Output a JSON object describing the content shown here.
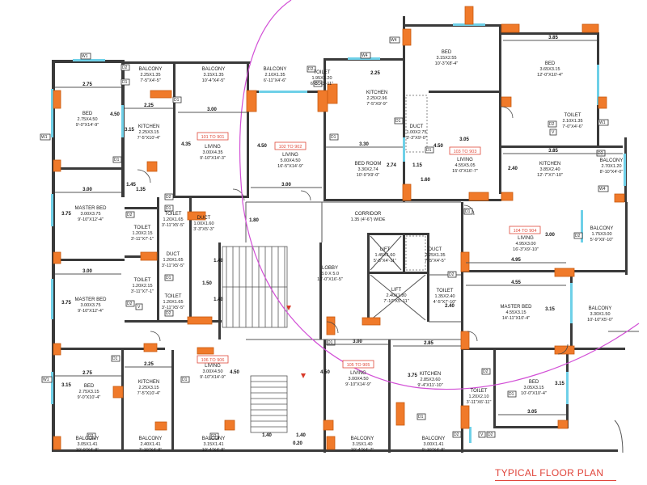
{
  "title": "TYPICAL FLOOR PLAN",
  "colors": {
    "column": "#f07a2a",
    "window": "#6ed0e8",
    "arc": "#d24fd6",
    "accent": "#e0443a"
  },
  "rooms": [
    {
      "id": "bal-1",
      "name": "BALCONY",
      "dims": "2.25X1.35",
      "imp": "7'-5\"X4'-5\""
    },
    {
      "id": "bal-2",
      "name": "BALCONY",
      "dims": "3.15X1.35",
      "imp": "10'-4\"X4'-5\""
    },
    {
      "id": "bal-3",
      "name": "BALCONY",
      "dims": "2.10X1.35",
      "imp": "6'-11\"X4'-6\""
    },
    {
      "id": "toilet-1",
      "name": "TOILET",
      "dims": "1.95X1.20",
      "imp": "6'-5\"X3'-11\""
    },
    {
      "id": "bed-1",
      "name": "BED",
      "dims": "2.75X4.50",
      "imp": "9'-0\"X14'-9\""
    },
    {
      "id": "kitchen-1",
      "name": "KITCHEN",
      "dims": "2.25X3.15",
      "imp": "7'-5\"X10'-4\""
    },
    {
      "id": "living-1",
      "name": "LIVING",
      "dims": "3.00X4.35",
      "imp": "9'-10\"X14'-3\""
    },
    {
      "id": "living-2",
      "name": "LIVING",
      "dims": "5.00X4.50",
      "imp": "16'-5\"X14'-9\""
    },
    {
      "id": "kitchen-2",
      "name": "KITCHEN",
      "dims": "2.25X2.96",
      "imp": "7'-5\"X9'-9\""
    },
    {
      "id": "duct-1",
      "name": "DUCT",
      "dims": "1.00X2.75",
      "imp": "3'-3\"X9'-0\""
    },
    {
      "id": "bed-2",
      "name": "BED",
      "dims": "3.15X2.55",
      "imp": "10'-3\"X8'-4\""
    },
    {
      "id": "bed-3",
      "name": "BED",
      "dims": "3.65X3.15",
      "imp": "12'-0\"X10'-4\""
    },
    {
      "id": "toilet-2",
      "name": "TOILET",
      "dims": "2.10X1.35",
      "imp": "7'-0\"X4'-6\""
    },
    {
      "id": "bedroom-1",
      "name": "BED ROOM",
      "dims": "3.30X2.74",
      "imp": "10'-9\"X9'-0\""
    },
    {
      "id": "living-3",
      "name": "LIVING",
      "dims": "4.55X5.05",
      "imp": "15'-0\"X16'-7\""
    },
    {
      "id": "kitchen-3",
      "name": "KITCHEN",
      "dims": "3.85X2.40",
      "imp": "12'-7\"X7'-10\""
    },
    {
      "id": "bal-4",
      "name": "BALCONY",
      "dims": "2.70X1.20",
      "imp": "8'-10\"X4'-0\""
    },
    {
      "id": "mbed-1",
      "name": "MASTER BED",
      "dims": "3.00X3.75",
      "imp": "9'-10\"X12'-4\""
    },
    {
      "id": "toilet-3",
      "name": "TOILET",
      "dims": "1.20X1.65",
      "imp": "3'-11\"X5'-5\""
    },
    {
      "id": "duct-2",
      "name": "DUCT",
      "dims": "1.00X1.60",
      "imp": "3'-3\"X5'-3\""
    },
    {
      "id": "toilet-4",
      "name": "TOILET",
      "dims": "1.20X2.15",
      "imp": "3'-11\"X7'-1\""
    },
    {
      "id": "duct-3",
      "name": "DUCT",
      "dims": "1.20X1.65",
      "imp": "3'-11\"X5'-5\""
    },
    {
      "id": "toilet-5",
      "name": "TOILET",
      "dims": "1.20X2.15",
      "imp": "3'-11\"X7'-1\""
    },
    {
      "id": "toilet-6",
      "name": "TOILET",
      "dims": "1.20X1.65",
      "imp": "3'-11\"X5'-5\""
    },
    {
      "id": "mbed-2",
      "name": "MASTER BED",
      "dims": "3.00X3.75",
      "imp": "9'-10\"X12'-4\""
    },
    {
      "id": "lift-1",
      "name": "LIFT",
      "dims": "1.45X1.60",
      "imp": "5'-5\"X4'-11\""
    },
    {
      "id": "duct-4",
      "name": "DUCT",
      "dims": "2.25X1.35",
      "imp": "7'-5\"X4'-5\""
    },
    {
      "id": "lift-2",
      "name": "LIFT",
      "dims": "2.40X1.80",
      "imp": "7'-10\"X5'-11\""
    },
    {
      "id": "lobby",
      "name": "LOBBY",
      "dims": "3.0 X 5.0",
      "imp": "10'-0\"X16'-5\""
    },
    {
      "id": "living-4",
      "name": "LIVING",
      "dims": "4.95X3.00",
      "imp": "16'-3\"X9'-10\""
    },
    {
      "id": "bal-5",
      "name": "BALCONY",
      "dims": "1.75X3.00",
      "imp": "5'-9\"X9'-10\""
    },
    {
      "id": "toilet-7",
      "name": "TOILET",
      "dims": "1.35X2.40",
      "imp": "4'-5\"X7'-10\""
    },
    {
      "id": "mbed-3",
      "name": "MASTER BED",
      "dims": "4.55X3.15",
      "imp": "14'-11\"X10'-4\""
    },
    {
      "id": "bal-6",
      "name": "BALCONY",
      "dims": "3.30X1.50",
      "imp": "10'-10\"X5'-0\""
    },
    {
      "id": "bed-4",
      "name": "BED",
      "dims": "2.75X3.15",
      "imp": "9'-0\"X10'-4\""
    },
    {
      "id": "kitchen-4",
      "name": "KITCHEN",
      "dims": "2.25X3.15",
      "imp": "7'-5\"X10'-4\""
    },
    {
      "id": "living-5",
      "name": "LIVING",
      "dims": "3.00X4.50",
      "imp": "9'-10\"X14'-9\""
    },
    {
      "id": "living-6",
      "name": "LIVING",
      "dims": "3.00X4.50",
      "imp": "9'-10\"X14'-9\""
    },
    {
      "id": "kitchen-5",
      "name": "KITCHEN",
      "dims": "2.85X3.60",
      "imp": "9'-4\"X11'-10\""
    },
    {
      "id": "toilet-8",
      "name": "TOILET",
      "dims": "1.20X2.10",
      "imp": "3'-11\"X6'-11\""
    },
    {
      "id": "bed-5",
      "name": "BED",
      "dims": "3.05X3.15",
      "imp": "10'-0\"X10'-4\""
    },
    {
      "id": "bal-7",
      "name": "BALCONY",
      "dims": "3.05X1.41",
      "imp": "10'-0\"X4'-8\""
    },
    {
      "id": "bal-8",
      "name": "BALCONY",
      "dims": "2.40X1.41",
      "imp": "7'-10\"X4'-8\""
    },
    {
      "id": "bal-9",
      "name": "BALCONY",
      "dims": "3.15X1.41",
      "imp": "10'-4\"X4'-8\""
    },
    {
      "id": "bal-10",
      "name": "BALCONY",
      "dims": "3.15X1.40",
      "imp": "10'-4\"X4'-7\""
    },
    {
      "id": "bal-11",
      "name": "BALCONY",
      "dims": "3.00X1.41",
      "imp": "9'-10\"X4'-8\""
    }
  ],
  "corridor": {
    "name": "CORRIDOR",
    "dims": "1.35 (4'-6\") WIDE"
  },
  "unit_tags": [
    "101 TO 901",
    "102 TO 902",
    "103 TO 903",
    "104 TO 904",
    "105 TO 905",
    "106 TO 906"
  ],
  "door_tags": [
    "D1",
    "D2",
    "W1",
    "W4",
    "V"
  ],
  "dimensions": [
    "2.75",
    "2.25",
    "3.00",
    "4.50",
    "3.15",
    "4.35",
    "3.30",
    "2.74",
    "3.85",
    "3.05",
    "2.40",
    "1.35",
    "1.45",
    "1.15",
    "1.60",
    "1.80",
    "1.50",
    "1.40",
    "4.55",
    "4.95",
    "2.85",
    "3.75",
    "0.20"
  ]
}
